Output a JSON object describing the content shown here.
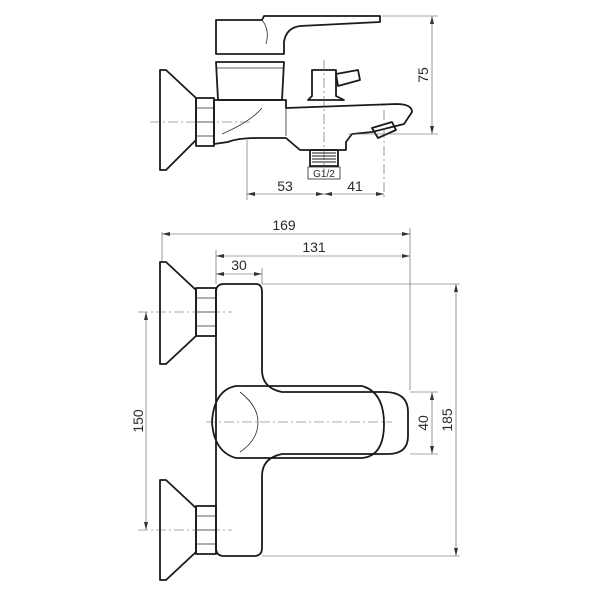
{
  "thread_label": "G1/2",
  "side_view": {
    "height_dim": "75",
    "left_offset_dim": "53",
    "right_offset_dim": "41"
  },
  "front_view": {
    "overall_width_dim": "169",
    "body_width_dim": "131",
    "head_width_dim": "30",
    "inlet_spacing_dim": "150",
    "overall_height_dim": "185",
    "lever_height_dim": "40"
  }
}
